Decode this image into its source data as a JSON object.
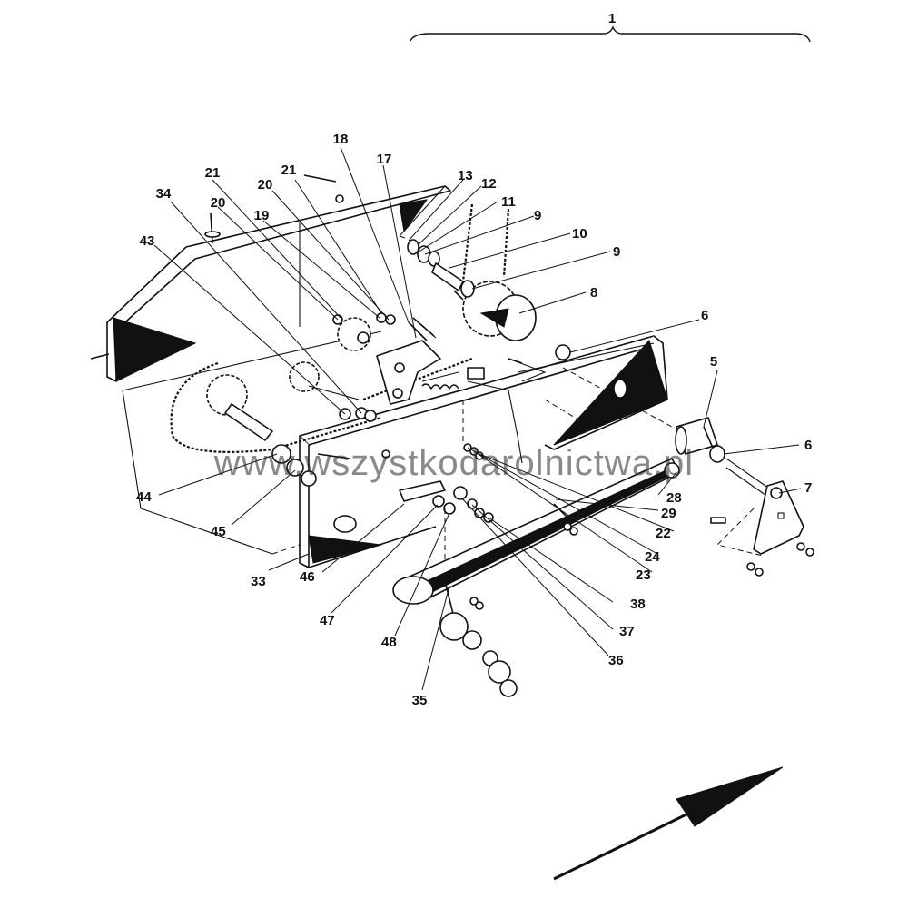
{
  "colors": {
    "ink": "#111111",
    "paper": "#ffffff",
    "watermark": "#282828"
  },
  "watermark": "www.wszystkodarolnictwa.pl",
  "diagram": {
    "assembly_label": "1",
    "callouts": [
      {
        "id": "c1",
        "text": "5"
      },
      {
        "id": "c2",
        "text": "6"
      },
      {
        "id": "c3",
        "text": "6"
      },
      {
        "id": "c4",
        "text": "7"
      },
      {
        "id": "c5",
        "text": "8"
      },
      {
        "id": "c6",
        "text": "9"
      },
      {
        "id": "c7",
        "text": "9"
      },
      {
        "id": "c8",
        "text": "10"
      },
      {
        "id": "c9",
        "text": "11"
      },
      {
        "id": "c10",
        "text": "12"
      },
      {
        "id": "c11",
        "text": "13"
      },
      {
        "id": "c12",
        "text": "17"
      },
      {
        "id": "c13",
        "text": "18"
      },
      {
        "id": "c14",
        "text": "19"
      },
      {
        "id": "c15",
        "text": "20"
      },
      {
        "id": "c16",
        "text": "20"
      },
      {
        "id": "c17",
        "text": "21"
      },
      {
        "id": "c18",
        "text": "21"
      },
      {
        "id": "c19",
        "text": "22"
      },
      {
        "id": "c20",
        "text": "23"
      },
      {
        "id": "c21",
        "text": "24"
      },
      {
        "id": "c22",
        "text": "28"
      },
      {
        "id": "c23",
        "text": "29"
      },
      {
        "id": "c24",
        "text": "33"
      },
      {
        "id": "c25",
        "text": "34"
      },
      {
        "id": "c26",
        "text": "35"
      },
      {
        "id": "c27",
        "text": "36"
      },
      {
        "id": "c28",
        "text": "37"
      },
      {
        "id": "c29",
        "text": "38"
      },
      {
        "id": "c30",
        "text": "43"
      },
      {
        "id": "c31",
        "text": "44"
      },
      {
        "id": "c32",
        "text": "45"
      },
      {
        "id": "c33",
        "text": "46"
      },
      {
        "id": "c34",
        "text": "47"
      },
      {
        "id": "c35",
        "text": "48"
      }
    ]
  }
}
